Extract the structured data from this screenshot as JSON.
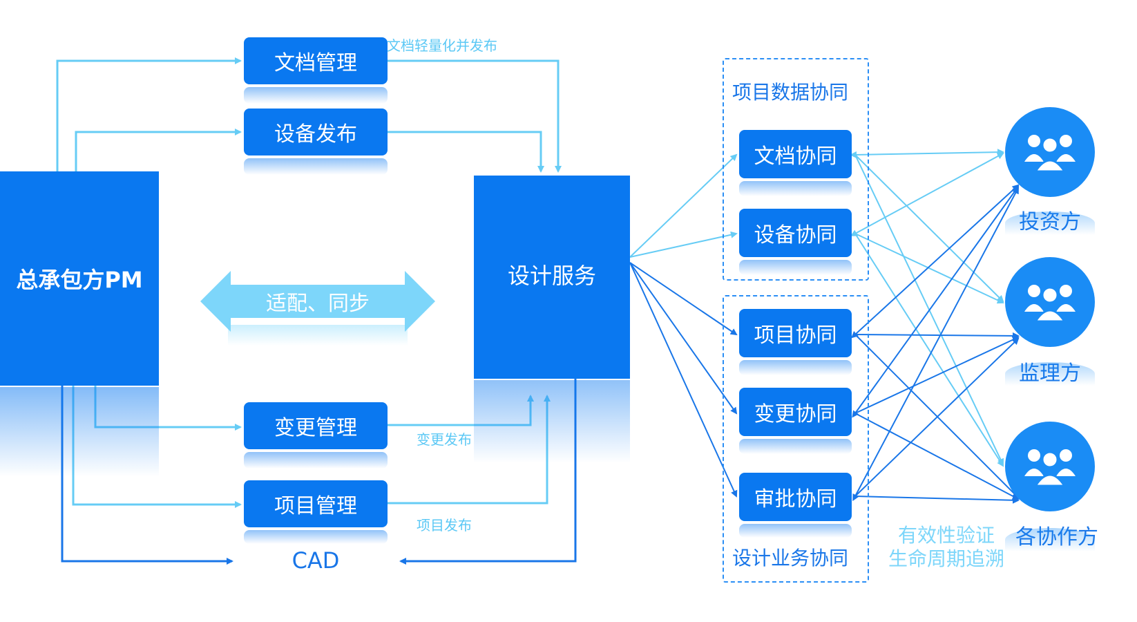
{
  "left_party": "总承包方PM",
  "left_modules": {
    "doc_mgmt": "文档管理",
    "equip_publish": "设备发布",
    "change_mgmt": "变更管理",
    "project_mgmt": "项目管理",
    "cad": "CAD"
  },
  "flow_labels": {
    "doc_lightweight": "文档轻量化并发布",
    "change_publish": "变更发布",
    "project_publish": "项目发布"
  },
  "sync_arrow": "适配、同步",
  "design_service": "设计服务",
  "groups": {
    "data": {
      "title": "项目数据协同",
      "items": [
        "文档协同",
        "设备协同"
      ]
    },
    "business": {
      "title": "设计业务协同",
      "items": [
        "项目协同",
        "变更协同",
        "审批协同"
      ]
    }
  },
  "parties": [
    "投资方",
    "监理方",
    "各协作方"
  ],
  "footnote": {
    "line1": "有效性验证",
    "line2": "生命周期追溯"
  },
  "colors": {
    "primary": "#0a78f0",
    "light_line": "#66ccf5",
    "dark_line": "#1976e8",
    "label": "#5bc8f5"
  }
}
